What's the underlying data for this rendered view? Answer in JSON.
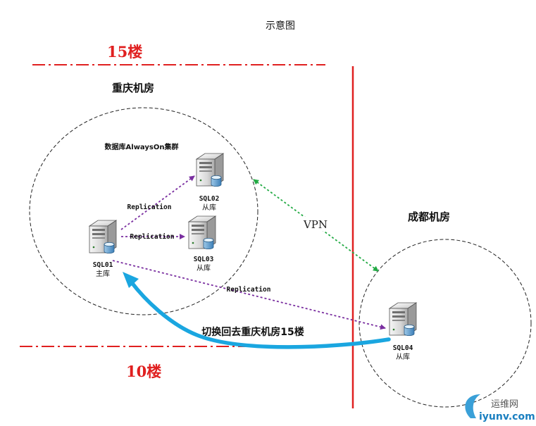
{
  "title": "示意图",
  "floors": {
    "upper": "15楼",
    "lower": "10楼"
  },
  "rooms": {
    "chongqing": "重庆机房",
    "chengdu": "成都机房"
  },
  "cluster_label": "数据库AlwaysOn集群",
  "servers": {
    "sql01": {
      "name": "SQL01",
      "role": "主库"
    },
    "sql02": {
      "name": "SQL02",
      "role": "从库"
    },
    "sql03": {
      "name": "SQL03",
      "role": "从库"
    },
    "sql04": {
      "name": "SQL04",
      "role": "从库"
    }
  },
  "links": {
    "rep_sql02": "Replication",
    "rep_sql03": "Replication",
    "rep_sql04": "Replication",
    "vpn": "VPN"
  },
  "failover_label": "切换回去重庆机房15楼",
  "watermark": {
    "text_cn": "运维网",
    "text_en": "iyunv.com"
  },
  "colors": {
    "floor_line": "#e02020",
    "floor_text": "#e02020",
    "replication": "#7a2fa0",
    "vpn": "#22aa44",
    "failover": "#1aa6e0",
    "divider": "#e02020"
  }
}
